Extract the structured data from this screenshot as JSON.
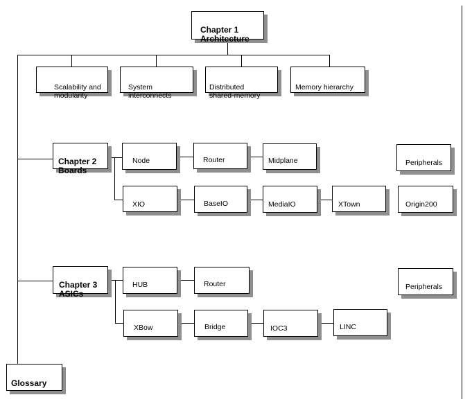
{
  "diagram": {
    "chapter1": {
      "title": "Chapter 1\nArchitecture"
    },
    "chapter1_topics": [
      {
        "label": "Scalability and\nmodularity"
      },
      {
        "label": "System\ninterconnects"
      },
      {
        "label": "Distributed\nshared-memory"
      },
      {
        "label": "Memory hierarchy"
      }
    ],
    "chapter2": {
      "title": "Chapter 2\nBoards"
    },
    "chapter2_row1": [
      {
        "label": "Node"
      },
      {
        "label": "Router"
      },
      {
        "label": "Midplane"
      }
    ],
    "chapter2_row2": [
      {
        "label": "XIO"
      },
      {
        "label": "BaseIO"
      },
      {
        "label": "MediaIO"
      },
      {
        "label": "XTown"
      }
    ],
    "chapter2_side": [
      {
        "label": "Peripherals"
      },
      {
        "label": "Origin200"
      }
    ],
    "chapter3": {
      "title": "Chapter 3\nASICs"
    },
    "chapter3_row1": [
      {
        "label": "HUB"
      },
      {
        "label": "Router"
      }
    ],
    "chapter3_row2": [
      {
        "label": "XBow"
      },
      {
        "label": "Bridge"
      },
      {
        "label": "IOC3"
      },
      {
        "label": "LINC"
      }
    ],
    "chapter3_side": [
      {
        "label": "Peripherals"
      }
    ],
    "glossary": {
      "title": "Glossary"
    }
  }
}
